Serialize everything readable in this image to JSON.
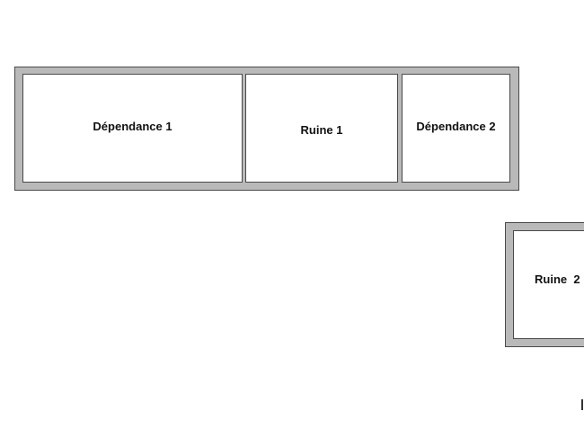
{
  "rooms": {
    "dependance_1": "Dépendance 1",
    "ruine_1": "Ruine 1",
    "dependance_2": "Dépendance 2",
    "ruine_2": "Ruine  2"
  },
  "colors": {
    "wall_fill": "#b9b9b9",
    "outline": "#4a4a4a",
    "room_fill": "#ffffff",
    "label": "#111111"
  }
}
